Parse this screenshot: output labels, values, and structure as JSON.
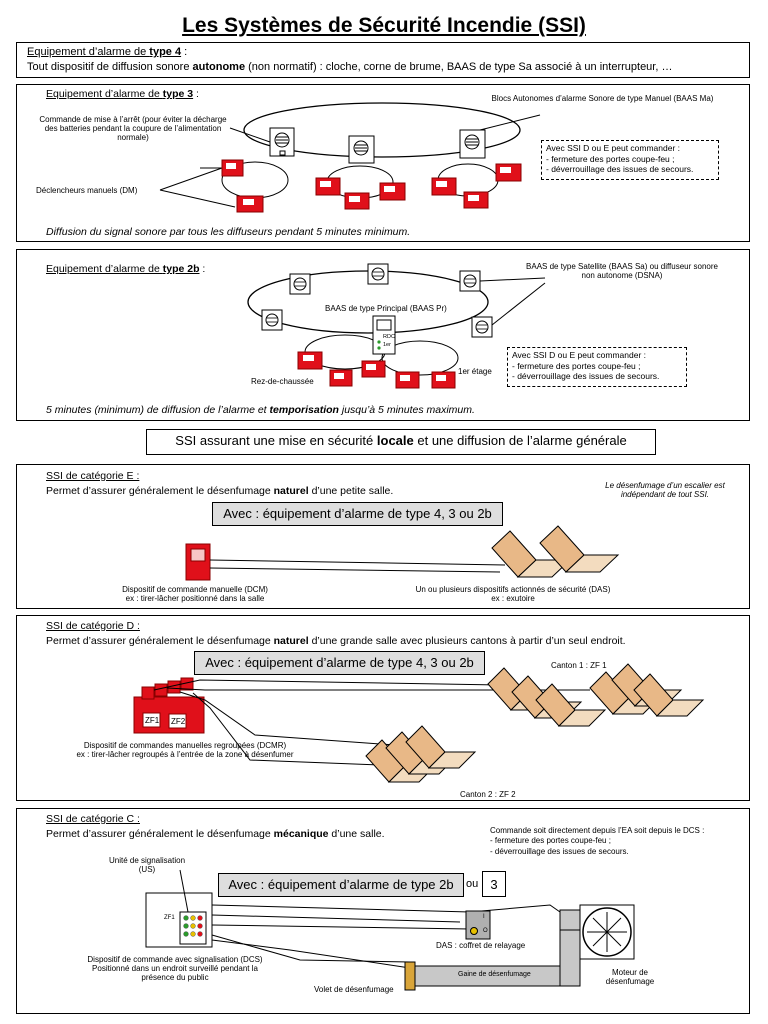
{
  "title": "Les Systèmes de Sécurité Incendie (SSI)",
  "type4": {
    "heading_prefix": "Equipement d’alarme de ",
    "heading_bold": "type 4",
    "heading_suffix": " :",
    "desc_a": "Tout dispositif de diffusion sonore ",
    "desc_bold": "autonome",
    "desc_b": " (non normatif) : cloche, corne de brume, BAAS de type Sa associé à un interrupteur, …"
  },
  "type3": {
    "heading_prefix": "Equipement d’alarme de ",
    "heading_bold": "type 3",
    "heading_suffix": " :",
    "commande_label": "Commande de mise à l’arrêt (pour éviter la décharge des batteries pendant la coupure de l’alimentation normale)",
    "blocs_label": "Blocs Autonomes d’alarme Sonore de type Manuel (BAAS Ma)",
    "dm_label": "Déclencheurs manuels (DM)",
    "note_line1": "Avec SSI D ou E peut commander :",
    "note_line2": "- fermeture des portes coupe-feu ;",
    "note_line3": "- déverrouillage des issues de secours.",
    "footer": "Diffusion du signal sonore par tous les diffuseurs pendant 5 minutes minimum."
  },
  "type2b": {
    "heading_prefix": "Equipement d’alarme de ",
    "heading_bold": "type 2b",
    "heading_suffix": " :",
    "satellite_label": "BAAS de type Satellite (BAAS Sa) ou diffuseur sonore non autonome (DSNA)",
    "principal_label": "BAAS de type Principal (BAAS Pr)",
    "rdc_label": "RDC",
    "etage_short": "1er",
    "rez_label": "Rez-de-chaussée",
    "etage_label": "1er étage",
    "note_line1": "Avec SSI D ou E peut commander :",
    "note_line2": "- fermeture des portes coupe-feu ;",
    "note_line3": "- déverrouillage des issues de secours.",
    "footer_a": "5 minutes (minimum) de diffusion de l’alarme et ",
    "footer_bold": "temporisation",
    "footer_b": " jusqu’à 5 minutes maximum."
  },
  "banner": {
    "a": "SSI assurant une mise en sécurité ",
    "bold": "locale",
    "b": " et une diffusion de l’alarme générale"
  },
  "catE": {
    "heading": "SSI de catégorie E :",
    "desc_a": "Permet d’assurer généralement le désenfumage ",
    "desc_bold": "naturel",
    "desc_b": " d’une petite salle.",
    "side_note": "Le désenfumage d’un escalier est indépendant de tout SSI.",
    "avec": "Avec : équipement d’alarme de type 4, 3 ou 2b",
    "dcm_line1": "Dispositif de commande manuelle (DCM)",
    "dcm_line2": "ex : tirer-lâcher positionné dans la salle",
    "das_line1": "Un ou plusieurs dispositifs actionnés de sécurité (DAS)",
    "das_line2": "ex : exutoire"
  },
  "catD": {
    "heading": "SSI de catégorie D :",
    "desc_a": "Permet d’assurer généralement le désenfumage ",
    "desc_bold": "naturel",
    "desc_b": " d’une grande salle avec plusieurs cantons à partir d’un seul endroit.",
    "avec": "Avec : équipement d’alarme de type 4, 3 ou 2b",
    "zf1": "ZF1",
    "zf2": "ZF2",
    "canton1": "Canton 1 : ZF 1",
    "canton2": "Canton 2 : ZF 2",
    "dcmr_line1": "Dispositif de commandes manuelles regroupées (DCMR)",
    "dcmr_line2": "ex : tirer-lâcher regroupés à l’entrée de la zone à désenfumer"
  },
  "catC": {
    "heading": "SSI de catégorie C :",
    "desc_a": "Permet d’assurer généralement le désenfumage ",
    "desc_bold": "mécanique",
    "desc_b": " d’une salle.",
    "cmd_line1": "Commande soit directement depuis l’EA soit depuis le DCS :",
    "cmd_line2": "- fermeture des portes coupe-feu ;",
    "cmd_line3": "- déverrouillage des issues de secours.",
    "us_line1": "Unité de signalisation",
    "us_line2": "(US)",
    "avec": "Avec : équipement d’alarme de type 2b",
    "ou": "ou",
    "three": "3",
    "zf1": "ZF1",
    "das_label": "DAS : coffret de relayage",
    "dcs_line1": "Dispositif de commande avec signalisation (DCS)",
    "dcs_line2": "Positionné dans un endroit surveillé pendant la",
    "dcs_line3": "présence du public",
    "gaine": "Gaine de désenfumage",
    "volet": "Volet de désenfumage",
    "moteur_line1": "Moteur de",
    "moteur_line2": "désenfumage",
    "relay_i": "I",
    "relay_o": "O"
  },
  "colors": {
    "red": "#e0101a",
    "grey": "#dedede",
    "exutoire": "#e8b887"
  }
}
